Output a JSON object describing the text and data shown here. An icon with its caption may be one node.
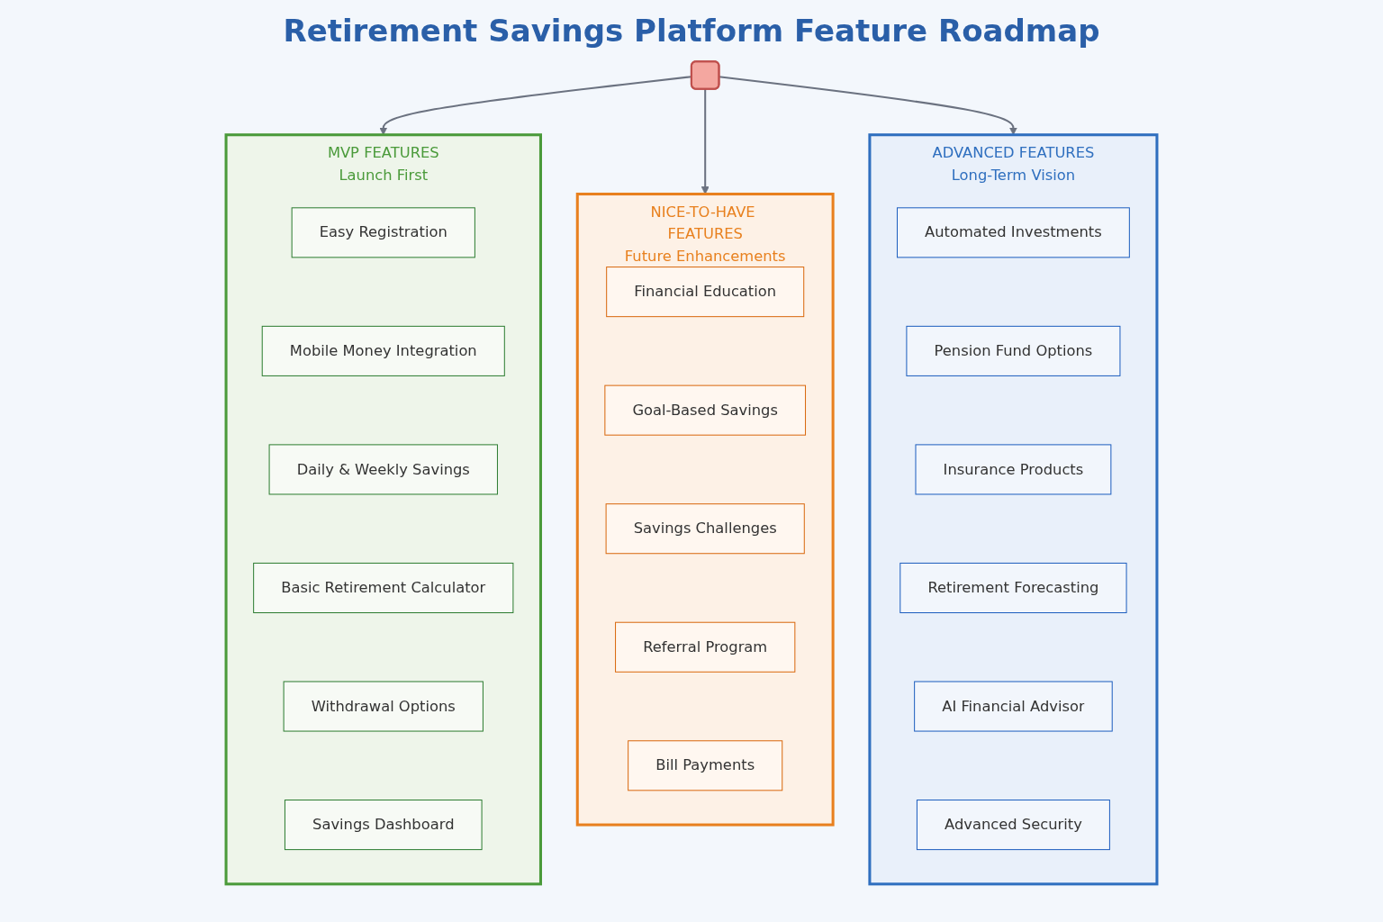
{
  "diagram": {
    "title": "Retirement Savings Platform Feature Roadmap",
    "nodes": [
      {
        "text": [],
        "shape": "picture"
      },
      {
        "text": [
          "MVP FEATURES",
          "Launch First"
        ]
      },
      {
        "text": [
          "Easy Registration"
        ],
        "in": 1
      },
      {
        "text": [
          "Mobile Money Integration"
        ],
        "in": 1
      },
      {
        "text": [
          "Daily & Weekly Savings"
        ],
        "in": 1
      },
      {
        "text": [
          "Basic Retirement Calculator"
        ],
        "in": 1
      },
      {
        "text": [
          "Withdrawal Options"
        ],
        "in": 1
      },
      {
        "text": [
          "Savings Dashboard"
        ],
        "in": 1
      },
      {
        "text": [
          "NICE-TO-HAVE FEATURES",
          "Future Enhancements"
        ]
      },
      {
        "text": [
          "Financial Education"
        ],
        "in": 8
      },
      {
        "text": [
          "Goal-Based Savings"
        ],
        "in": 8
      },
      {
        "text": [
          "Savings Challenges"
        ],
        "in": 8
      },
      {
        "text": [
          "Referral Program"
        ],
        "in": 8
      },
      {
        "text": [
          "Bill Payments"
        ],
        "in": 8
      },
      {
        "text": [
          "ADVANCED FEATURES",
          "Long-Term Vision"
        ]
      },
      {
        "text": [
          "Automated Investments"
        ],
        "in": 14
      },
      {
        "text": [
          "Pension Fund Options"
        ],
        "in": 14
      },
      {
        "text": [
          "Insurance Products"
        ],
        "in": 14
      },
      {
        "text": [
          "Retirement Forecasting"
        ],
        "in": 14
      },
      {
        "text": [
          "AI Financial Advisor"
        ],
        "in": 14
      },
      {
        "text": [
          "Advanced Security"
        ],
        "in": 14
      }
    ],
    "edges": [
      {
        "from": 0,
        "to": 1,
        "arrow": "to"
      },
      {
        "from": 0,
        "to": 8,
        "arrow": "to"
      },
      {
        "from": 0,
        "to": 14,
        "arrow": "to"
      }
    ]
  }
}
